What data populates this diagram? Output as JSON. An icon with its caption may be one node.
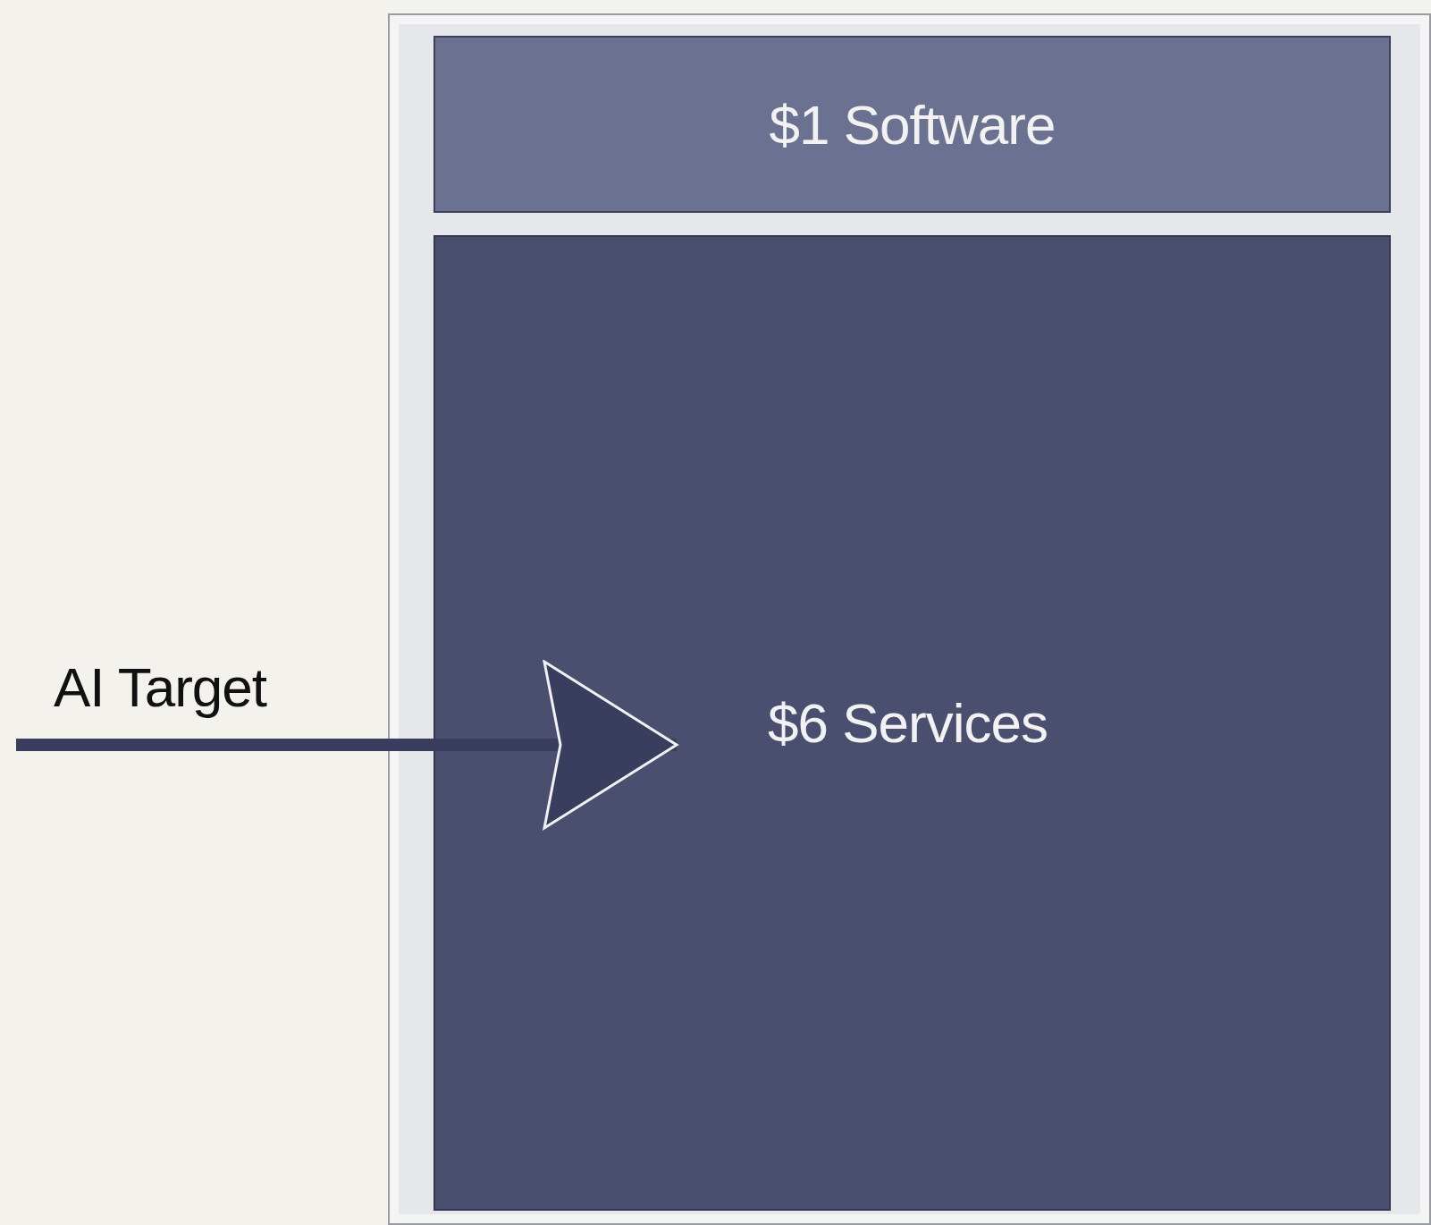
{
  "diagram": {
    "nodes": [
      {
        "text": [],
        "shape": "box"
      },
      {
        "text": [
          "$1 Software"
        ],
        "in": 0
      },
      {
        "text": [
          "$6 Services"
        ],
        "in": 0
      }
    ],
    "edges": [
      {
        "from": null,
        "to": 2,
        "arrow": "to",
        "label": "AI Target"
      }
    ]
  }
}
